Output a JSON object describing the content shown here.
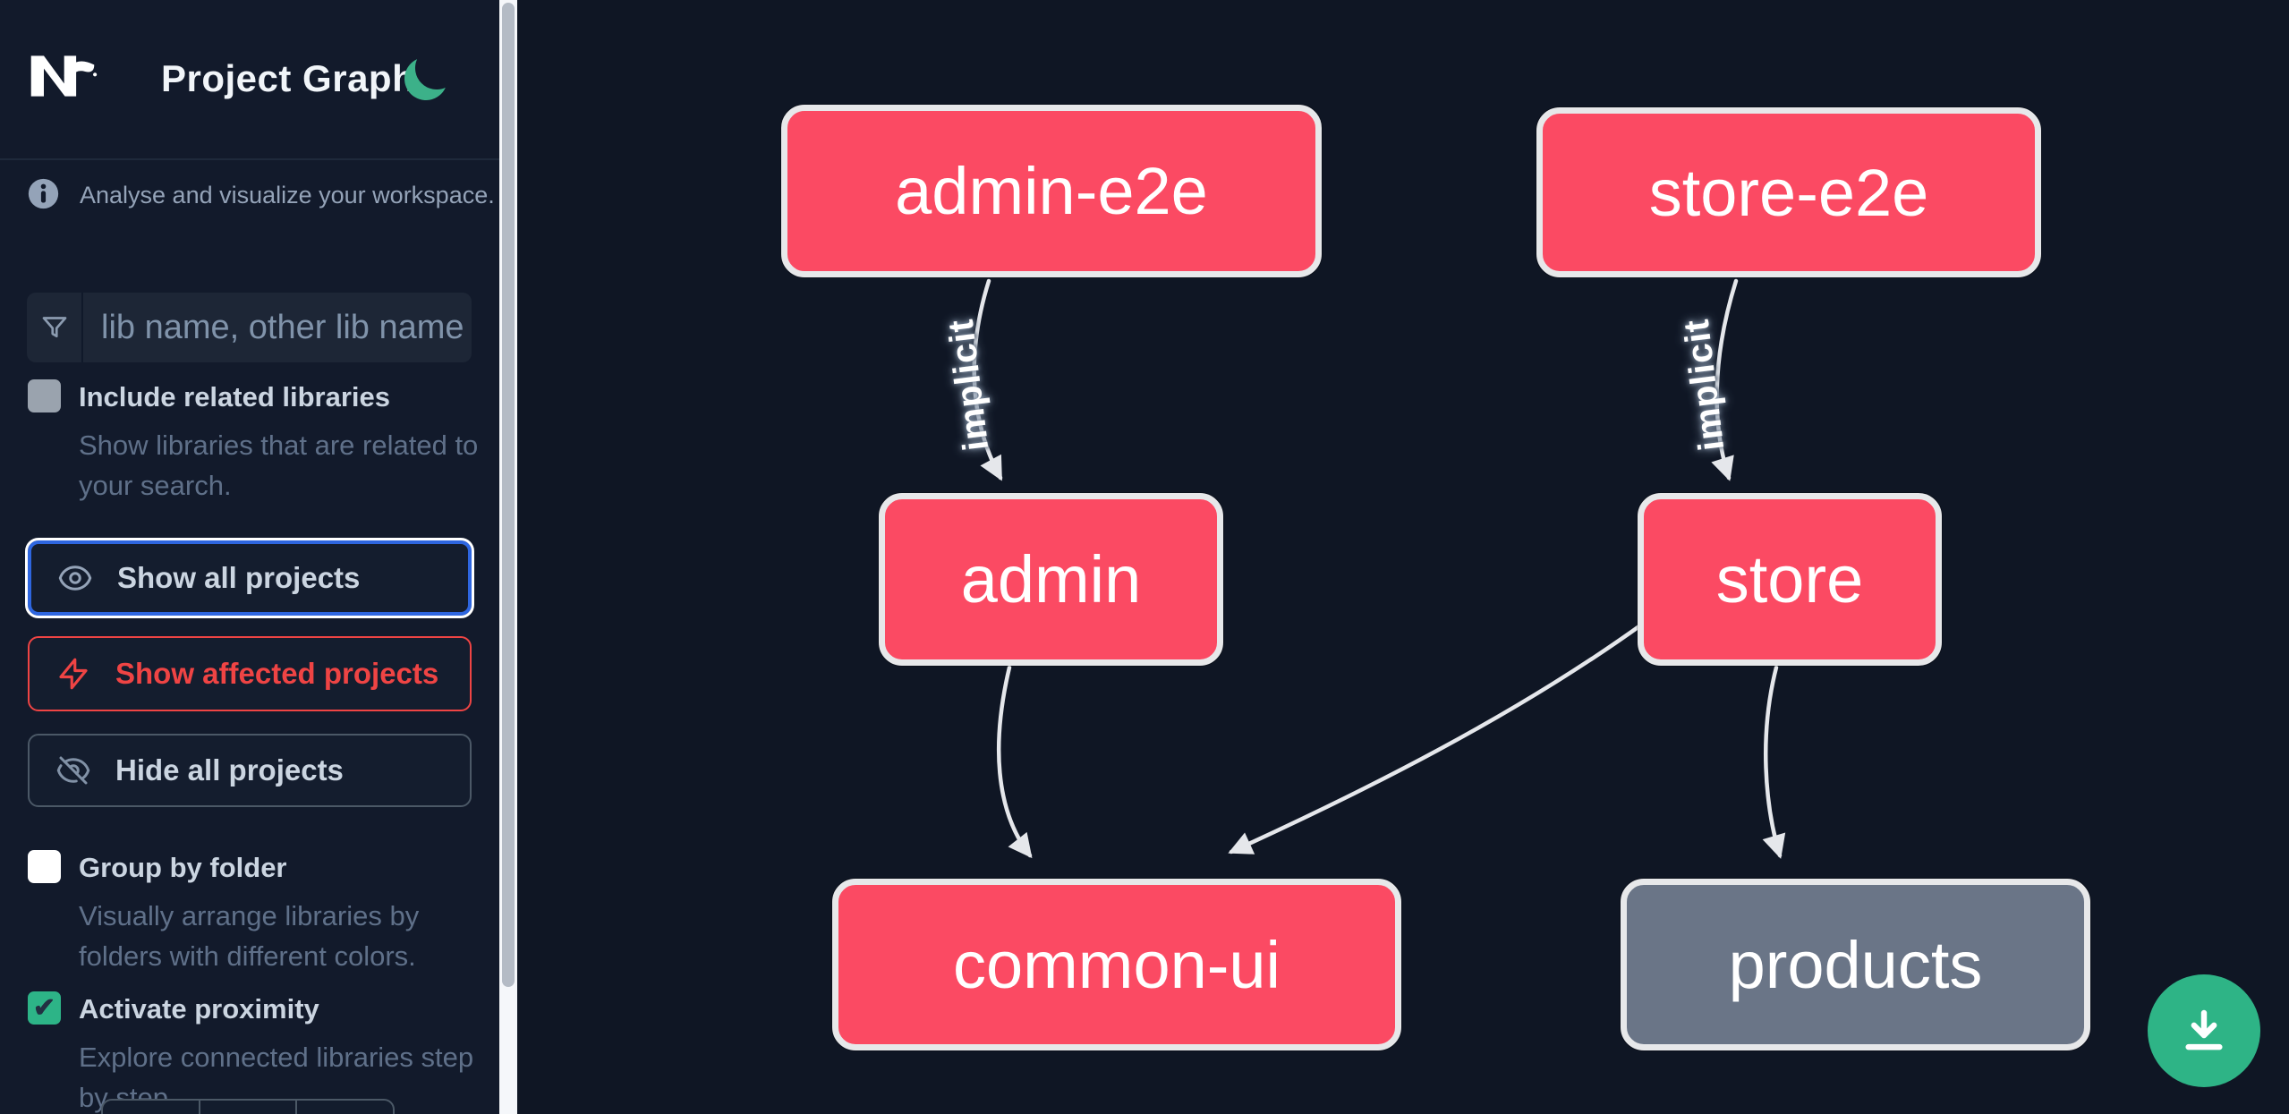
{
  "header": {
    "logo": "Nx",
    "title": "Project Graph",
    "theme_toggle_icon": "moon-icon"
  },
  "sidebar": {
    "info_text": "Analyse and visualize your workspace.",
    "search": {
      "placeholder": "lib name, other lib name",
      "value": "",
      "icon": "filter-funnel-icon"
    },
    "options": [
      {
        "label": "Include related libraries",
        "description": "Show libraries that are related to your search.",
        "checked": false
      }
    ],
    "actions": [
      {
        "label": "Show all projects",
        "icon": "eye-icon",
        "state": "focused"
      },
      {
        "label": "Show affected projects",
        "icon": "bolt-icon",
        "state": "danger"
      },
      {
        "label": "Hide all projects",
        "icon": "eye-off-icon",
        "state": "default"
      }
    ],
    "toggles": [
      {
        "label": "Group by folder",
        "description": "Visually arrange libraries by folders with different colors.",
        "checked": false
      },
      {
        "label": "Activate proximity",
        "description": "Explore connected libraries step by step.",
        "checked": true
      }
    ]
  },
  "graph": {
    "nodes": [
      {
        "label": "admin-e2e",
        "type": "affected"
      },
      {
        "label": "store-e2e",
        "type": "affected"
      },
      {
        "label": "admin",
        "type": "affected"
      },
      {
        "label": "store",
        "type": "affected"
      },
      {
        "label": "common-ui",
        "type": "affected"
      },
      {
        "label": "products",
        "type": "normal"
      }
    ],
    "edges": [
      {
        "from": "admin-e2e",
        "to": "admin",
        "label": "implicit"
      },
      {
        "from": "store-e2e",
        "to": "store",
        "label": "implicit"
      },
      {
        "from": "admin",
        "to": "common-ui",
        "label": ""
      },
      {
        "from": "store",
        "to": "common-ui",
        "label": ""
      },
      {
        "from": "store",
        "to": "products",
        "label": ""
      }
    ]
  },
  "fab": {
    "icon": "download-icon"
  },
  "colors": {
    "affected_node": "#fb4a63",
    "normal_node": "#6a7587",
    "node_border": "#e7e8ea",
    "edge": "#e5e7eb",
    "accent_green": "#2db487",
    "focus_blue": "#2e66e0",
    "danger_red": "#ef4444",
    "sidebar_bg": "#121a2b",
    "canvas_bg": "#0f1624"
  }
}
